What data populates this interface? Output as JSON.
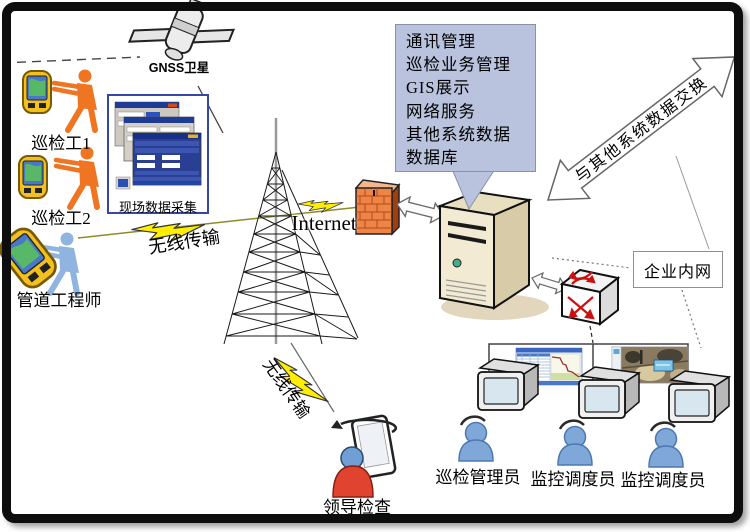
{
  "labels": {
    "satellite": "GNSS卫星",
    "inspector1": "巡检工1",
    "inspector2": "巡检工2",
    "engineer": "管道工程师",
    "field_collection": "现场数据采集",
    "wireless1": "无线传输",
    "wireless2": "无线传输",
    "internet": "Internet",
    "exchange_arrow": "与其他系统数据交换",
    "intranet": "企业内网",
    "admin": "巡检管理员",
    "dispatcher1": "监控调度员",
    "dispatcher2": "监控调度员",
    "leader": "领导检查"
  },
  "callout": {
    "items": [
      "通讯管理",
      "巡检业务管理",
      "GIS展示",
      "网络服务",
      "其他系统数据",
      "数据库"
    ]
  },
  "colors": {
    "callout_bg": "#b9c3dd",
    "bolt_yellow": "#ffee00",
    "firewall_orange": "#ed8547",
    "server_beige": "#f2ead2",
    "figure_orange": "#f07522",
    "figure_blue": "#90b4e0",
    "operator_blue": "#7fa8d9",
    "leader_red": "#e04431",
    "pda_border_blue": "#3646a8"
  },
  "icons": [
    "satellite-icon",
    "gps-device-icon",
    "radio-tower-icon",
    "lightning-bolt-icon",
    "firewall-icon",
    "server-icon",
    "router-icon",
    "workstation-icon",
    "operator-icon",
    "tablet-icon"
  ]
}
